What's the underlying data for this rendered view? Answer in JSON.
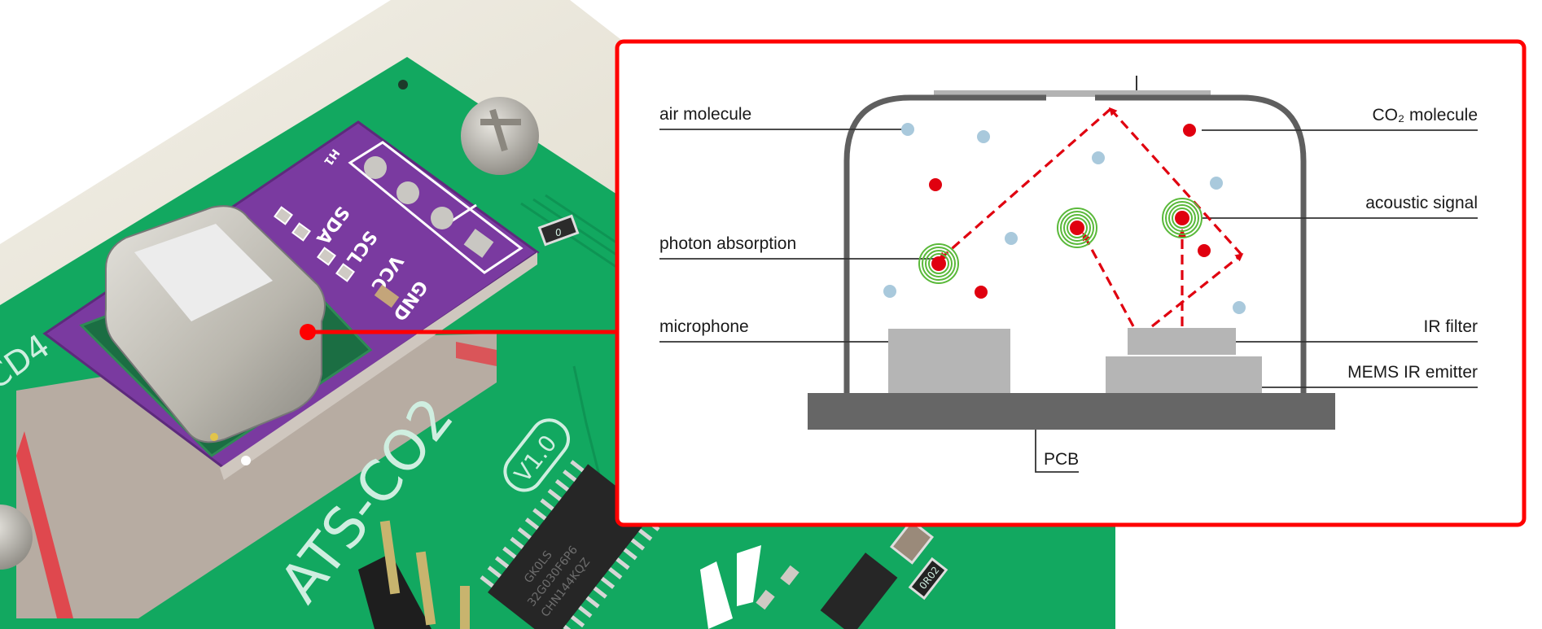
{
  "photo": {
    "board_label": "ATS-CO2",
    "board_version": "V1.0",
    "partial_label": "CD4",
    "module_pins": [
      "SDA",
      "SCL",
      "VCC",
      "GND"
    ],
    "module_marking": "H1",
    "chip_marking_line1": "GK0LS",
    "chip_marking_line2": "32G030F6P6",
    "chip_marking_line3": "CHN144KQZ",
    "resistor_marking": "0",
    "resistor2_marking": "0R02"
  },
  "diagram": {
    "labels": {
      "air_molecule": "air molecule",
      "photon_absorption": "photon absorption",
      "microphone": "microphone",
      "co2_molecule": "CO₂ molecule",
      "acoustic_signal": "acoustic signal",
      "ir_filter": "IR filter",
      "mems_ir_emitter": "MEMS IR emitter",
      "pcb": "PCB"
    }
  },
  "colors": {
    "callout_red": "#ff0000",
    "co2_red": "#e0000f",
    "air_blue": "#a9c9dc",
    "ring_green": "#5ab93a",
    "housing_gray": "#5f5f5f",
    "component_gray": "#b5b5b5",
    "pcb_gray": "#666666",
    "board_green": "#12a860",
    "module_purple": "#7a3aa0"
  }
}
